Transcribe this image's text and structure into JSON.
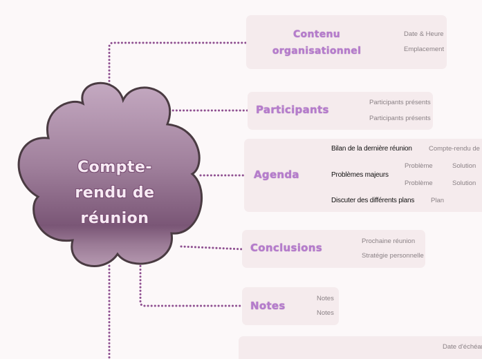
{
  "central_topic": {
    "lines": [
      "Compte-",
      "rendu de",
      "réunion"
    ]
  },
  "branches": {
    "contenu": {
      "title_lines": [
        "Contenu",
        "organisationnel"
      ],
      "leaves": [
        "Date & Heure",
        "Emplacement"
      ]
    },
    "participants": {
      "title": "Participants",
      "leaves": [
        "Participants présents",
        "Participants présents"
      ]
    },
    "agenda": {
      "title": "Agenda",
      "items": [
        {
          "label": "Bilan de la dernière réunion",
          "children": [
            "Compte-rendu de la"
          ]
        },
        {
          "label": "Problèmes majeurs",
          "pairs": [
            [
              "Problème",
              "Solution"
            ],
            [
              "Problème",
              "Solution"
            ]
          ]
        },
        {
          "label": "Discuter des différents plans",
          "children": [
            "Plan"
          ]
        }
      ]
    },
    "conclusions": {
      "title": "Conclusions",
      "leaves": [
        "Prochaine réunion",
        "Stratégie personnelle"
      ]
    },
    "notes": {
      "title": "Notes",
      "leaves": [
        "Notes",
        "Notes"
      ]
    },
    "partial": {
      "leaves": [
        "Date d'échéanc"
      ]
    }
  },
  "colors": {
    "background": "#fcf8f9",
    "card": "#f5ebed",
    "connector": "#8e4f90",
    "branch_title": "#b57ccc",
    "cloud_top": "#c4a9c1",
    "cloud_bottom": "#7d5878",
    "cloud_outline": "#4a3b42"
  }
}
